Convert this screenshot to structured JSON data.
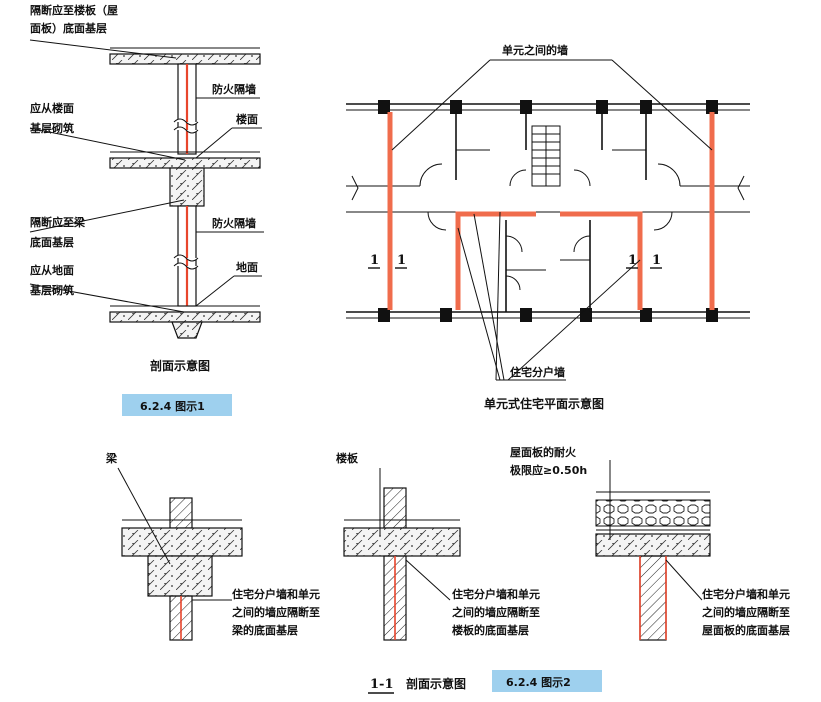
{
  "fig1": {
    "label_top": [
      "隔断应至楼板（屋",
      "面板）底面基层"
    ],
    "label_fire_wall_1": "防火隔墙",
    "label_from_floor": [
      "应从楼面",
      "基层砌筑"
    ],
    "label_floor": "楼面",
    "label_to_beam": [
      "隔断应至梁",
      "底面基层"
    ],
    "label_fire_wall_2": "防火隔墙",
    "label_ground": "地面",
    "label_from_ground": [
      "应从地面",
      "基层砌筑"
    ],
    "caption": "剖面示意图",
    "badge": "6.2.4 图示1"
  },
  "plan": {
    "label_unit_wall": "单元之间的墙",
    "section_mark": "1",
    "label_dwelling_wall": "住宅分户墙",
    "caption": "单元式住宅平面示意图"
  },
  "fig2": {
    "beam": "梁",
    "slab": "楼板",
    "roof_label": [
      "屋面板的耐火",
      "极限应≥0.50h"
    ],
    "note1": [
      "住宅分户墙和单元",
      "之间的墙应隔断至",
      "梁的底面基层"
    ],
    "note2": [
      "住宅分户墙和单元",
      "之间的墙应隔断至",
      "楼板的底面基层"
    ],
    "note3": [
      "住宅分户墙和单元",
      "之间的墙应隔断至",
      "屋面板的底面基层"
    ],
    "section_title": "1-1",
    "caption": "剖面示意图",
    "badge": "6.2.4 图示2"
  },
  "colors": {
    "red_wall": "#e8452c",
    "badge_bg": "#9ed0ee"
  }
}
